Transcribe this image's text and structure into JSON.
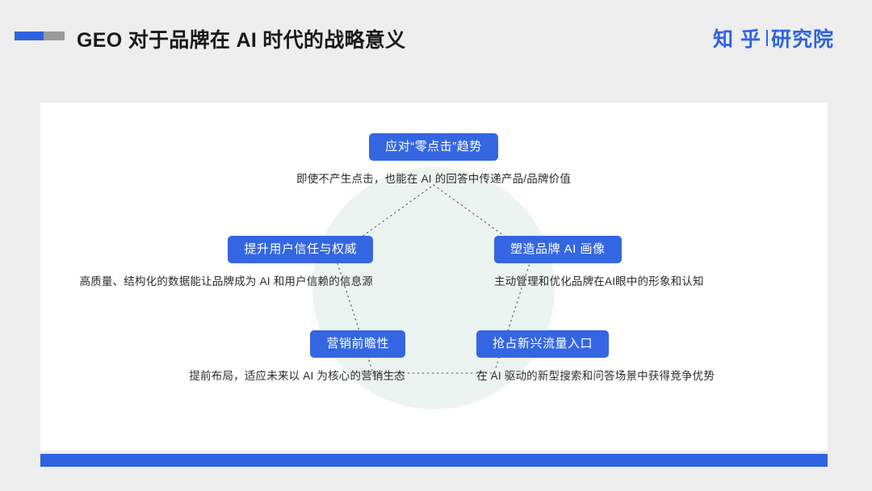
{
  "header": {
    "title": "GEO 对于品牌在 AI 时代的战略意义",
    "accent_bar": {
      "blue_color": "#2f63e0",
      "gray_color": "#9a9a9a"
    },
    "logo": {
      "main": "知 乎",
      "separator": "|",
      "sub": "研究院",
      "color": "#2f63e0"
    }
  },
  "card": {
    "background": "#ffffff",
    "bottom_bar_color": "#2f63e0"
  },
  "diagram": {
    "type": "pentagon-radial",
    "backdrop_circle_color": "#e4f0ec",
    "pentagon_stroke": "#5a5a5a",
    "pentagon_style": "dotted",
    "pill_color": "#3566e2",
    "pill_text_color": "#ffffff",
    "nodes": [
      {
        "id": "top",
        "label": "应对“零点击”趋势",
        "description": "即使不产生点击，也能在 AI 的回答中传递产品/品牌价值"
      },
      {
        "id": "left",
        "label": "提升用户信任与权威",
        "description": "高质量、结构化的数据能让品牌成为 AI 和用户信赖的信息源"
      },
      {
        "id": "right",
        "label": "塑造品牌 AI 画像",
        "description": "主动管理和优化品牌在AI眼中的形象和认知"
      },
      {
        "id": "bottom-left",
        "label": "营销前瞻性",
        "description": "提前布局，适应未来以 AI 为核心的营销生态"
      },
      {
        "id": "bottom-right",
        "label": "抢占新兴流量入口",
        "description": "在 AI 驱动的新型搜索和问答场景中获得竞争优势"
      }
    ]
  }
}
